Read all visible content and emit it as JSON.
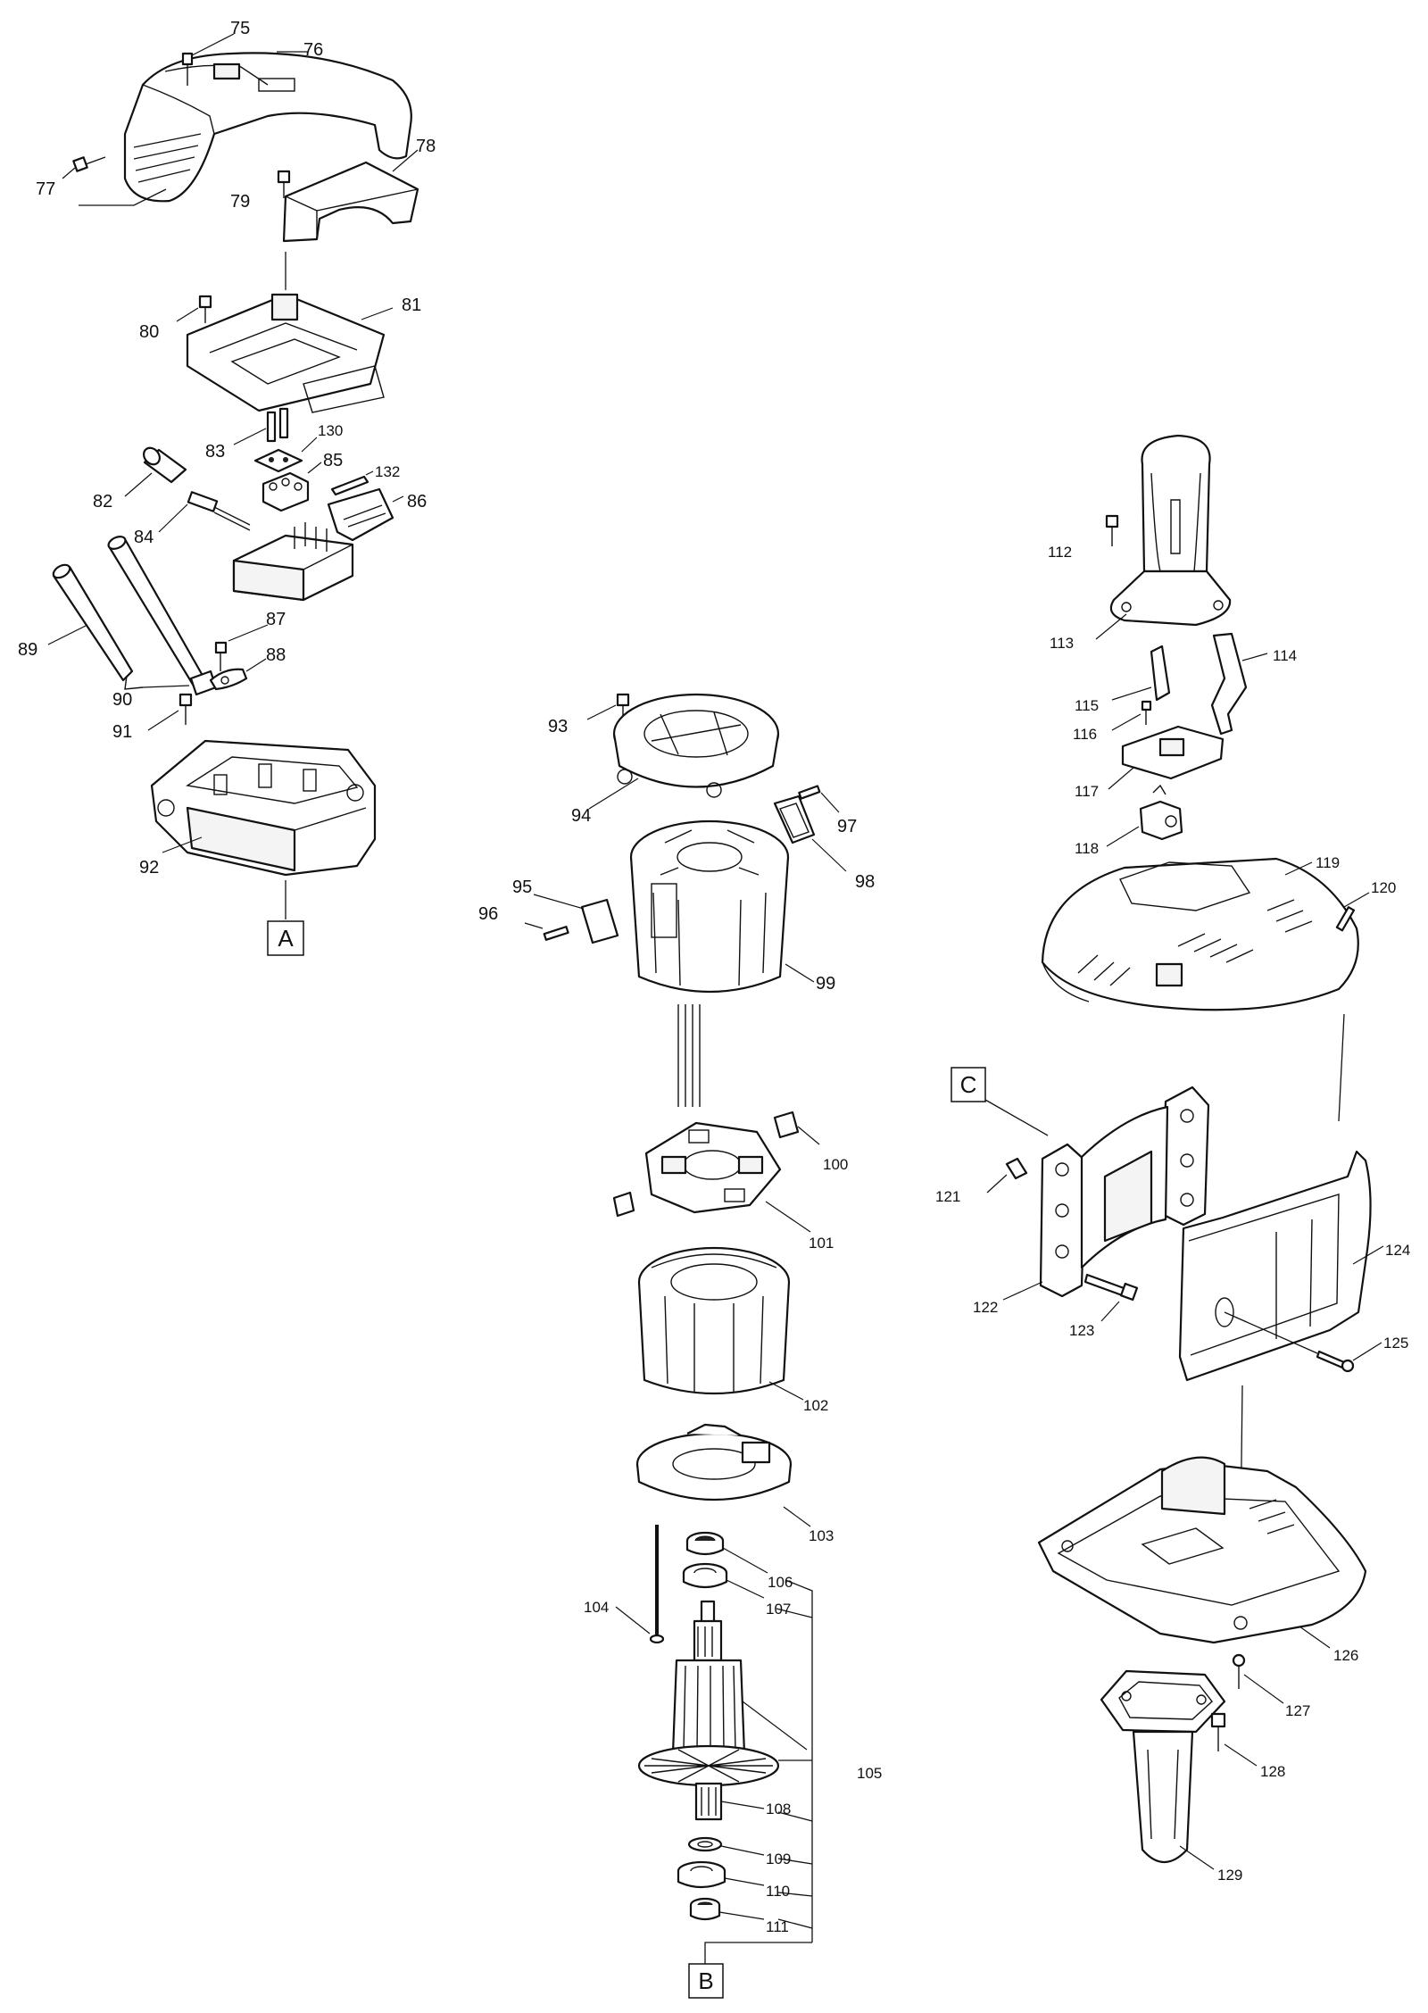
{
  "callouts": {
    "p75": "75",
    "p76": "76",
    "p77": "77",
    "p78": "78",
    "p79": "79",
    "p80": "80",
    "p81": "81",
    "p82": "82",
    "p83": "83",
    "p84": "84",
    "p85": "85",
    "p86": "86",
    "p87": "87",
    "p88": "88",
    "p89": "89",
    "p90": "90",
    "p91": "91",
    "p92": "92",
    "p93": "93",
    "p94": "94",
    "p95": "95",
    "p96": "96",
    "p97": "97",
    "p98": "98",
    "p99": "99",
    "p100": "100",
    "p101": "101",
    "p102": "102",
    "p103": "103",
    "p104": "104",
    "p105": "105",
    "p106": "106",
    "p107": "107",
    "p108": "108",
    "p109": "109",
    "p110": "110",
    "p111": "111",
    "p112": "112",
    "p113": "113",
    "p114": "114",
    "p115": "115",
    "p116": "116",
    "p117": "117",
    "p118": "118",
    "p119": "119",
    "p120": "120",
    "p121": "121",
    "p122": "122",
    "p123": "123",
    "p124": "124",
    "p125": "125",
    "p126": "126",
    "p127": "127",
    "p128": "128",
    "p129": "129",
    "p130": "130",
    "p132": "132"
  },
  "reference_boxes": {
    "A": "A",
    "B": "B",
    "C": "C"
  }
}
